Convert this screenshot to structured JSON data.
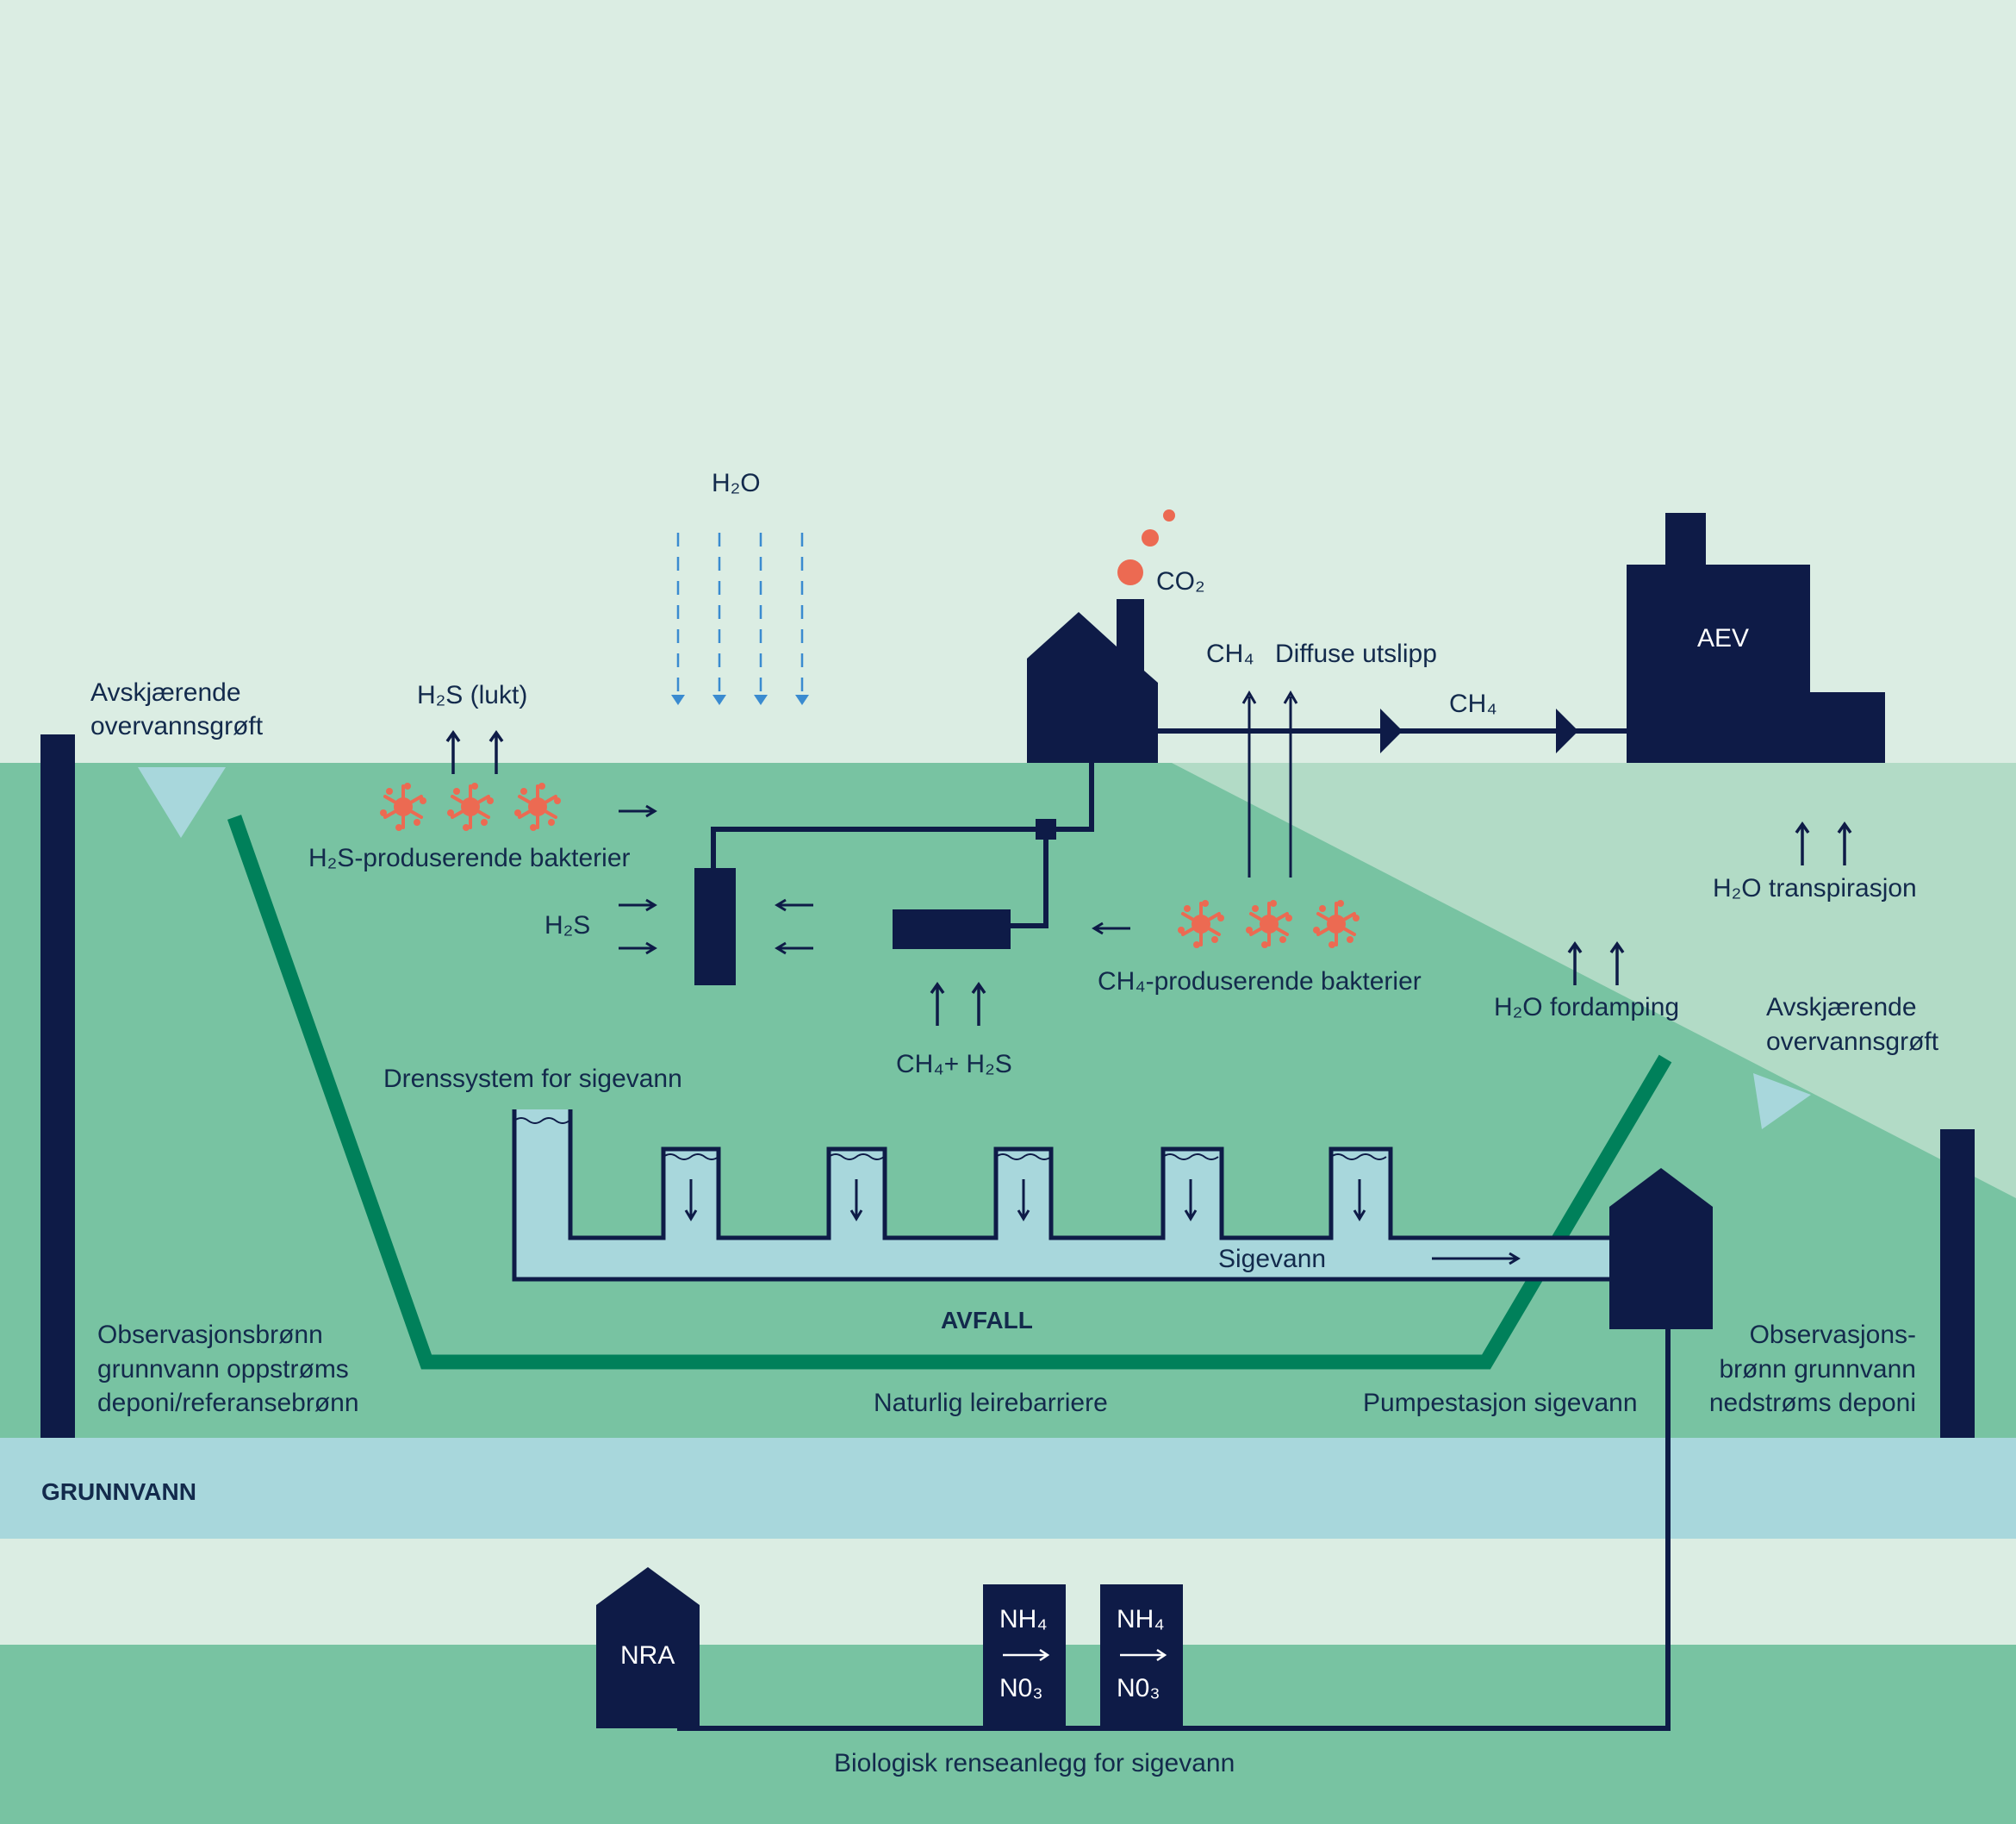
{
  "labels": {
    "h2o_rain": "H₂O",
    "co2": "CO₂",
    "ch4_up": "CH₄",
    "diffuse": "Diffuse utslipp",
    "ch4_pipe": "CH₄",
    "aev": "AEV",
    "ditch_left_1": "Avskjærende",
    "ditch_left_2": "overvannsgrøft",
    "h2s_lukt": "H₂S (lukt)",
    "h2s_bakterier": "H₂S-produserende bakterier",
    "h2s": "H₂S",
    "ch4_h2s": "CH₄+ H₂S",
    "ch4_bakterier": "CH₄-produserende bakterier",
    "h2o_transpirasjon": "H₂O transpirasjon",
    "h2o_fordamping": "H₂O fordamping",
    "ditch_right_1": "Avskjærende",
    "ditch_right_2": "overvannsgrøft",
    "drenssystem": "Drenssystem for sigevann",
    "sigevann": "Sigevann",
    "avfall": "AVFALL",
    "obs_left_1": "Observasjonsbrønn",
    "obs_left_2": "grunnvann oppstrøms",
    "obs_left_3": "deponi/referansebrønn",
    "leirebarriere": "Naturlig leirebarriere",
    "pumpestasjon": "Pumpestasjon sigevann",
    "obs_right_1": "Observasjons-",
    "obs_right_2": "brønn grunnvann",
    "obs_right_3": "nedstrøms deponi",
    "grunnvann": "GRUNNVANN",
    "nra": "NRA",
    "nh4_a": "NH₄",
    "no3_a": "N0₃",
    "nh4_b": "NH₄",
    "no3_b": "N0₃",
    "renseanlegg": "Biologisk renseanlegg for sigevann"
  },
  "colors": {
    "sky": "#dbede3",
    "ground": "#78c3a2",
    "ground_light": "#b2dbc6",
    "groundwater": "#a8d7dc",
    "navy": "#0e1b47",
    "barrier": "#00805a",
    "bacteria": "#ec6a52",
    "rain": "#3a8bd0",
    "leachate": "#a8d7dc"
  },
  "icons": {
    "bacteria": "bacteria-icon",
    "house": "house-icon",
    "factory": "factory-icon",
    "rain": "rain-arrow-icon"
  }
}
